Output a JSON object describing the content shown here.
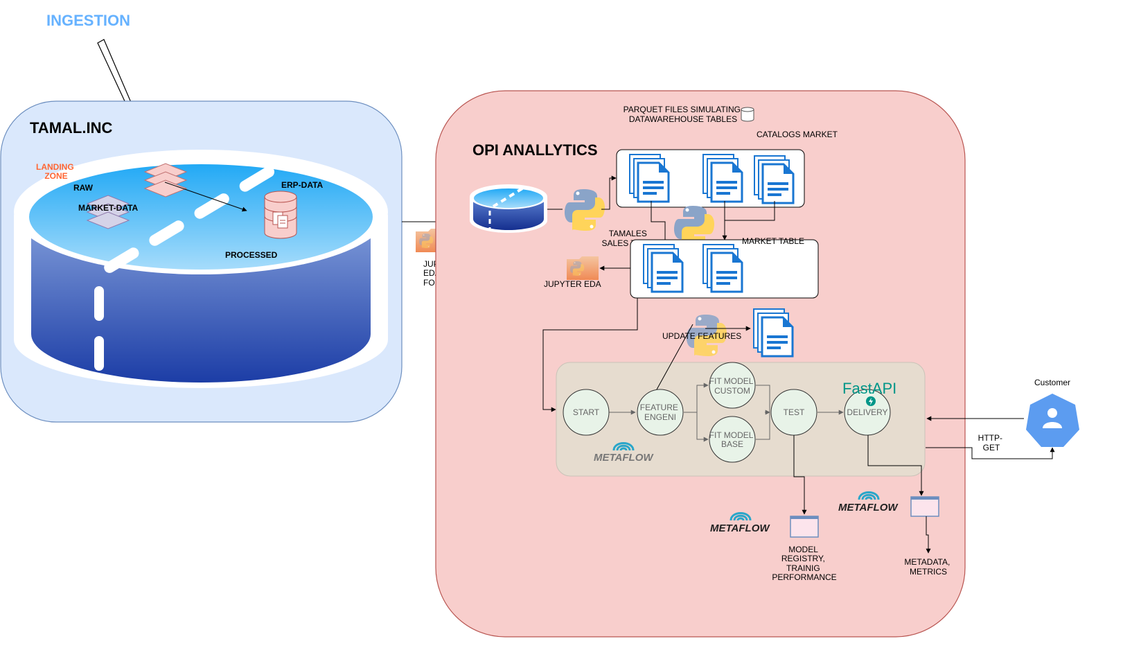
{
  "ingestion": {
    "title": "INGESTION"
  },
  "tamal": {
    "title": "TAMAL.INC",
    "landing_zone": [
      "LANDING",
      "ZONE"
    ],
    "raw": "RAW",
    "market_data": "MARKET-DATA",
    "erp_data": "ERP-DATA",
    "processed": "PROCESSED"
  },
  "opi": {
    "title": "OPI ANALLYTICS",
    "parquet_note": [
      "PARQUET FILES SIMULATING",
      "DATAWAREHOUSE TABLES"
    ],
    "catalogs_market": "CATALOGS MARKET",
    "tamales_sales_table": [
      "TAMALES",
      "SALES TABLE"
    ],
    "market_table": "MARKET TABLE",
    "jupyter_quick": [
      "JUPYTER QUICK",
      "EDA/EXPLORE",
      "FOLDERS"
    ],
    "jupyter_eda": "JUPYTER EDA",
    "update_features": "UPDATE FEATURES"
  },
  "pipeline": {
    "start": "START",
    "feature": [
      "FEATURE",
      "ENGENI"
    ],
    "fit_custom": [
      "FIT MODEL",
      "CUSTOM"
    ],
    "fit_base": [
      "FIT MODEL",
      "BASE"
    ],
    "test": "TEST",
    "delivery": "DELIVERY",
    "fastapi_logo": "FastAPI",
    "metaflow_logo": "METAFLOW"
  },
  "outputs": {
    "model_registry": [
      "MODEL",
      "REGISTRY,",
      "TRAINIG",
      "PERFORMANCE"
    ],
    "metadata": [
      "METADATA,",
      "METRICS"
    ]
  },
  "customer": {
    "label": "Customer",
    "http_get": [
      "HTTP-",
      "GET"
    ]
  },
  "colors": {
    "tamal_bg": "#dae8fc",
    "tamal_border": "#6c8ebf",
    "opi_bg": "#f8cecc",
    "opi_border": "#b85450",
    "pipeline_bg": "#e6dccf",
    "node_fill": "#e8f3e8",
    "ingestion_text": "#66b2ff",
    "landing_text": "#ff6633",
    "doc_blue": "#1976d2",
    "fastapi": "#009688"
  }
}
